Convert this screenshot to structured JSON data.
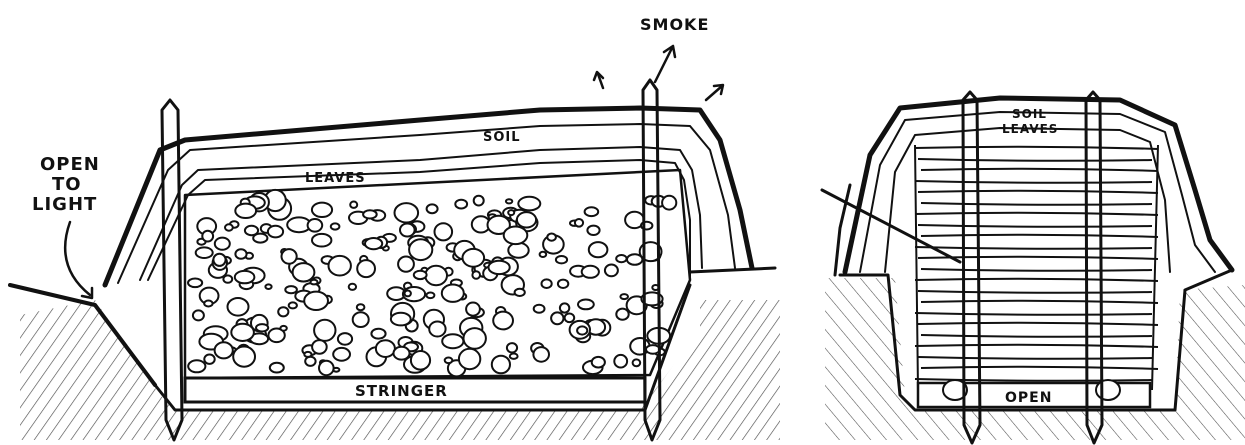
{
  "labels": {
    "smoke": "SMOKE",
    "open_line1": "OPEN",
    "open_line2": "TO",
    "open_line3": "LIGHT",
    "soil_left": "SOIL",
    "leaves_left": "LEAVES",
    "stringer": "STRINGER",
    "soil_right": "SOIL",
    "leaves_right": "LEAVES",
    "open_bottom": "OPEN"
  },
  "colors": {
    "ink": "#111111",
    "paper": "#ffffff"
  },
  "icons": [
    "smoke-arrow-icon",
    "light-arrow-icon",
    "stake-icon",
    "rock-icon"
  ]
}
